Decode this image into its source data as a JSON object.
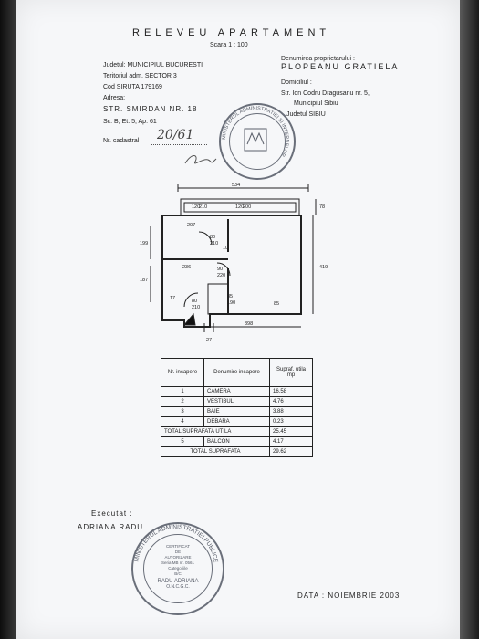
{
  "header": {
    "title": "RELEVEU APARTAMENT",
    "scale": "Scara 1 : 100"
  },
  "left_info": {
    "judet": "Judetul: MUNICIPIUL BUCURESTI",
    "teritoriu": "Teritoriul adm. SECTOR 3",
    "siruta": "Cod SIRUTA 179169",
    "adresa_label": "Adresa:",
    "street": "STR. SMIRDAN NR. 18",
    "scara": "Sc. B, Et. 5, Ap. 61",
    "cadastral_label": "Nr. cadastral",
    "cadastral_value": "20/61"
  },
  "right_info": {
    "owner_label": "Denumirea proprietarului :",
    "owner": "PLOPEANU GRATIELA",
    "domicile_label": "Domiciliul :",
    "domicile_1": "Str. Ion Codru Dragusanu nr. 5,",
    "domicile_2": "Municipiul Sibiu",
    "domicile_3": "Judetul SIBIU"
  },
  "plan": {
    "dims": [
      "534",
      "207",
      "236",
      "398",
      "27",
      "419",
      "78",
      "199",
      "187",
      "17",
      "80",
      "210",
      "10",
      "90",
      "220",
      "85",
      "190",
      "85",
      "120",
      "210",
      "120",
      "200",
      "80",
      "210"
    ]
  },
  "table": {
    "headers": [
      "Nr. incapere",
      "Denumire incapere",
      "Supraf. utila mp"
    ],
    "rows": [
      {
        "nr": "1",
        "name": "CAMERA",
        "area": "16.58"
      },
      {
        "nr": "2",
        "name": "VESTIBUL",
        "area": "4.76"
      },
      {
        "nr": "3",
        "name": "BAIE",
        "area": "3.88"
      },
      {
        "nr": "4",
        "name": "DEBARA",
        "area": "0.23"
      }
    ],
    "total_util_label": "TOTAL SUPRAFATA UTILA",
    "total_util": "25.45",
    "balcon": {
      "nr": "5",
      "name": "BALCON",
      "area": "4.17"
    },
    "total_label": "TOTAL SUPRAFATA",
    "total": "29.62"
  },
  "footer": {
    "executat_label": "Executat :",
    "executant": "ADRIANA RADU",
    "date": "DATA : NOIEMBRIE 2003"
  },
  "stamps": {
    "top": "MINISTERUL ADMINISTRATIEI SI INTERNELOR",
    "bottom_ring": "MINISTERUL ADMINISTRATIEI PUBLICE",
    "bottom_center": [
      "CERTIFICAT",
      "DE",
      "AUTORIZARE",
      "Seria MB nr. 0561",
      "Categoriile",
      "B/C"
    ],
    "bottom_name": "RADU ADRIANA",
    "bottom_code": "O.N.C.G.C."
  }
}
